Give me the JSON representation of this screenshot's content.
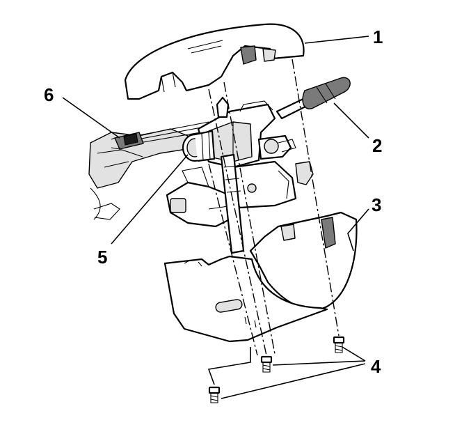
{
  "callouts": {
    "c1": "1",
    "c2": "2",
    "c3": "3",
    "c4": "4",
    "c5": "5",
    "c6": "6"
  },
  "colors": {
    "line": "#000000",
    "background": "#ffffff",
    "shade": "#e2e2e2",
    "dark": "#7a7a7a"
  }
}
